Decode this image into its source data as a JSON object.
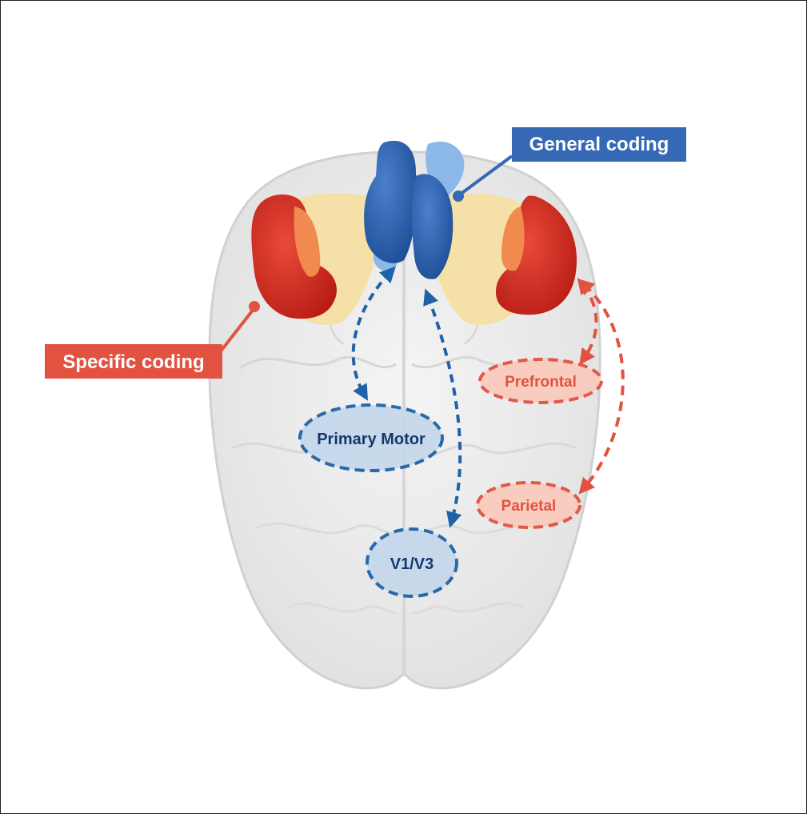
{
  "diagram": {
    "labels": {
      "general": "General coding",
      "specific": "Specific coding"
    },
    "nodes": {
      "primary_motor": "Primary Motor",
      "v1v3": "V1/V3",
      "prefrontal": "Prefrontal",
      "parietal": "Parietal"
    },
    "colors": {
      "general_blue": "#3568b5",
      "specific_red": "#e25241",
      "blue_node_fill": "#c6d8ec",
      "blue_node_stroke": "#1f62a8",
      "blue_node_text": "#13396b",
      "red_node_fill": "#f9ccbd",
      "red_node_stroke": "#e25241",
      "red_node_text": "#e25241"
    }
  }
}
